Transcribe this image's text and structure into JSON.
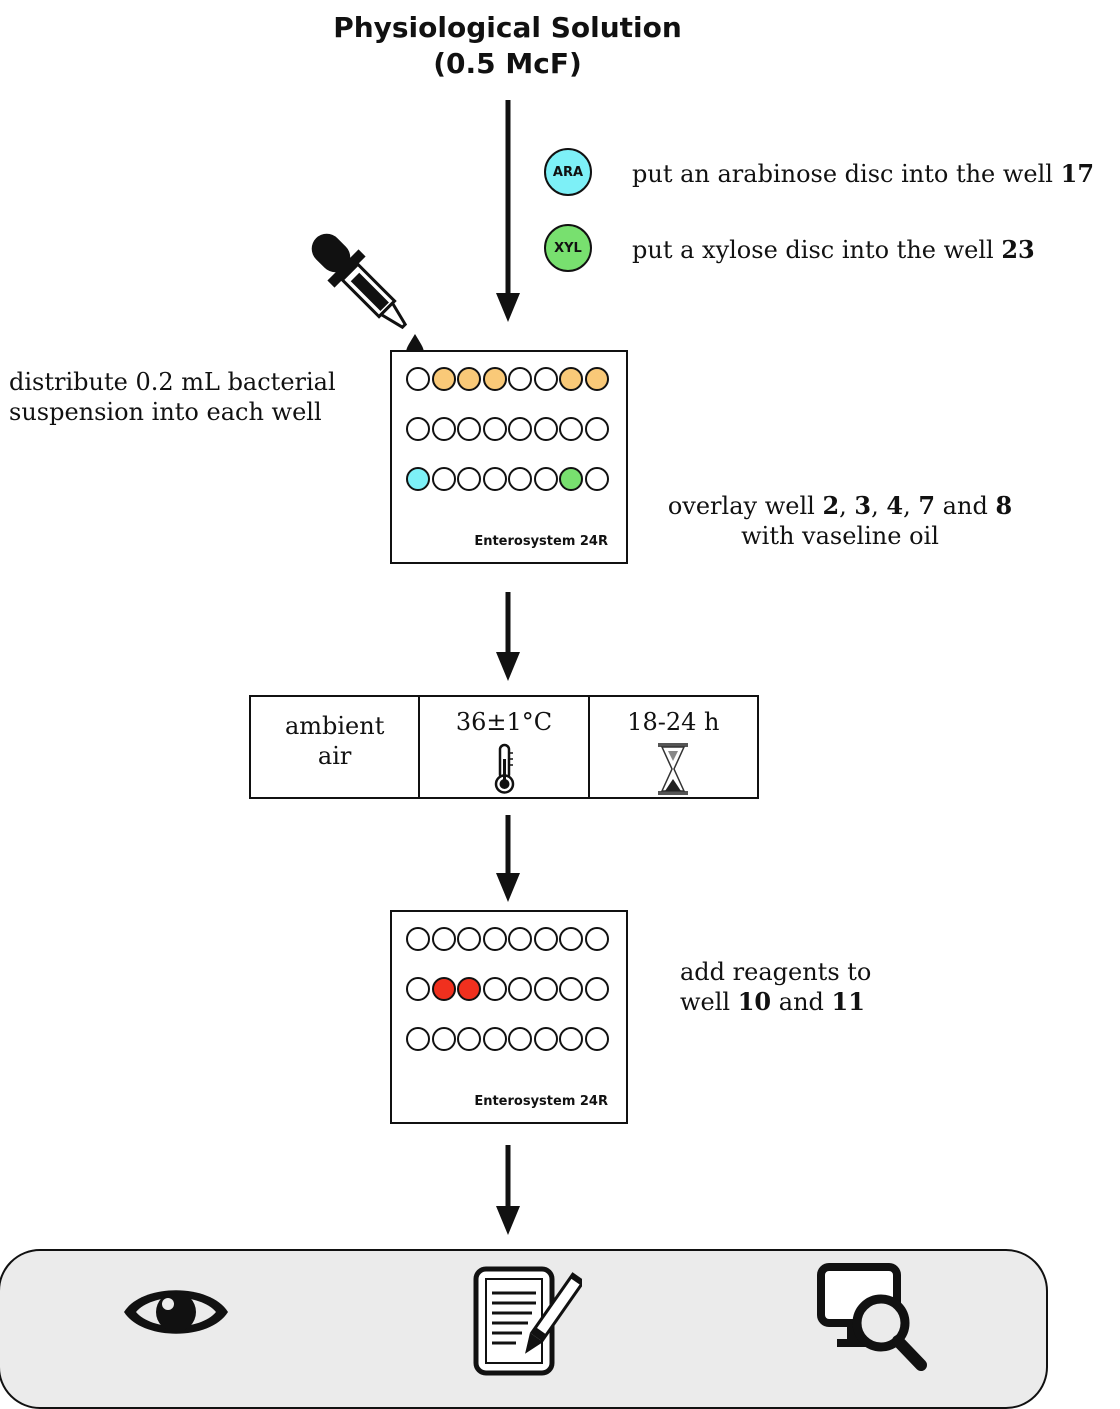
{
  "title": {
    "line1": "Physiological Solution",
    "line2": "(0.5 McF)"
  },
  "discs": [
    {
      "code": "ARA",
      "color": "#7df0f7",
      "text_pre": "put an arabinose disc into the well ",
      "well": "17"
    },
    {
      "code": "XYL",
      "color": "#78e06f",
      "text_pre": "put a xylose disc into the well ",
      "well": "23"
    }
  ],
  "distribute_note": {
    "line1": "distribute 0.2 mL bacterial",
    "line2": "suspension into each well"
  },
  "plate_label": "Enterosystem 24R",
  "plate1": {
    "rows": [
      [
        "#fff",
        "#f9c978",
        "#f9c978",
        "#f9c978",
        "#fff",
        "#fff",
        "#f9c978",
        "#f9c978"
      ],
      [
        "#fff",
        "#fff",
        "#fff",
        "#fff",
        "#fff",
        "#fff",
        "#fff",
        "#fff"
      ],
      [
        "#7df0f7",
        "#fff",
        "#fff",
        "#fff",
        "#fff",
        "#fff",
        "#78e06f",
        "#fff"
      ]
    ]
  },
  "overlay_note": {
    "pre": "overlay well ",
    "wells": [
      "2",
      "3",
      "4",
      "7",
      "8"
    ],
    "sep1": ", ",
    "sep2": ", ",
    "sep3": ", ",
    "and": " and ",
    "line2": "with vaseline oil"
  },
  "conditions": [
    {
      "line1": "ambient",
      "line2": "air",
      "icon": ""
    },
    {
      "line1": "36±1°C",
      "line2": "",
      "icon": "thermometer-icon"
    },
    {
      "line1": "18-24 h",
      "line2": "",
      "icon": "hourglass-icon"
    }
  ],
  "plate2": {
    "rows": [
      [
        "#fff",
        "#fff",
        "#fff",
        "#fff",
        "#fff",
        "#fff",
        "#fff",
        "#fff"
      ],
      [
        "#fff",
        "#f0301e",
        "#f0301e",
        "#fff",
        "#fff",
        "#fff",
        "#fff",
        "#fff"
      ],
      [
        "#fff",
        "#fff",
        "#fff",
        "#fff",
        "#fff",
        "#fff",
        "#fff",
        "#fff"
      ]
    ]
  },
  "reagent_note": {
    "line1": "add reagents to",
    "pre": "well ",
    "w1": "10",
    "and": " and ",
    "w2": "11"
  },
  "final_icons": [
    "eye-icon",
    "notepad-pencil-icon",
    "monitor-search-icon"
  ]
}
